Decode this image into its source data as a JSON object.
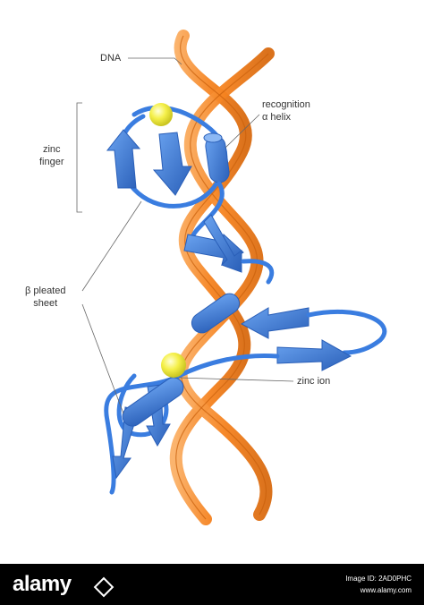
{
  "labels": {
    "dna": "DNA",
    "recognition_line1": "recognition",
    "recognition_line2": "α helix",
    "zinc_finger_line1": "zinc",
    "zinc_finger_line2": "finger",
    "beta_line1": "β pleated",
    "beta_line2": "sheet",
    "zinc_ion": "zinc ion"
  },
  "colors": {
    "dna": "#f5821f",
    "dna_dark": "#d86a10",
    "protein": "#3a7de0",
    "protein_dark": "#2a5fb8",
    "zinc": "#f2ee3a",
    "leader": "#555555"
  },
  "footer": {
    "logo": "alamy",
    "image_id_label": "Image ID: 2AD0PHC",
    "site": "www.alamy.com"
  }
}
